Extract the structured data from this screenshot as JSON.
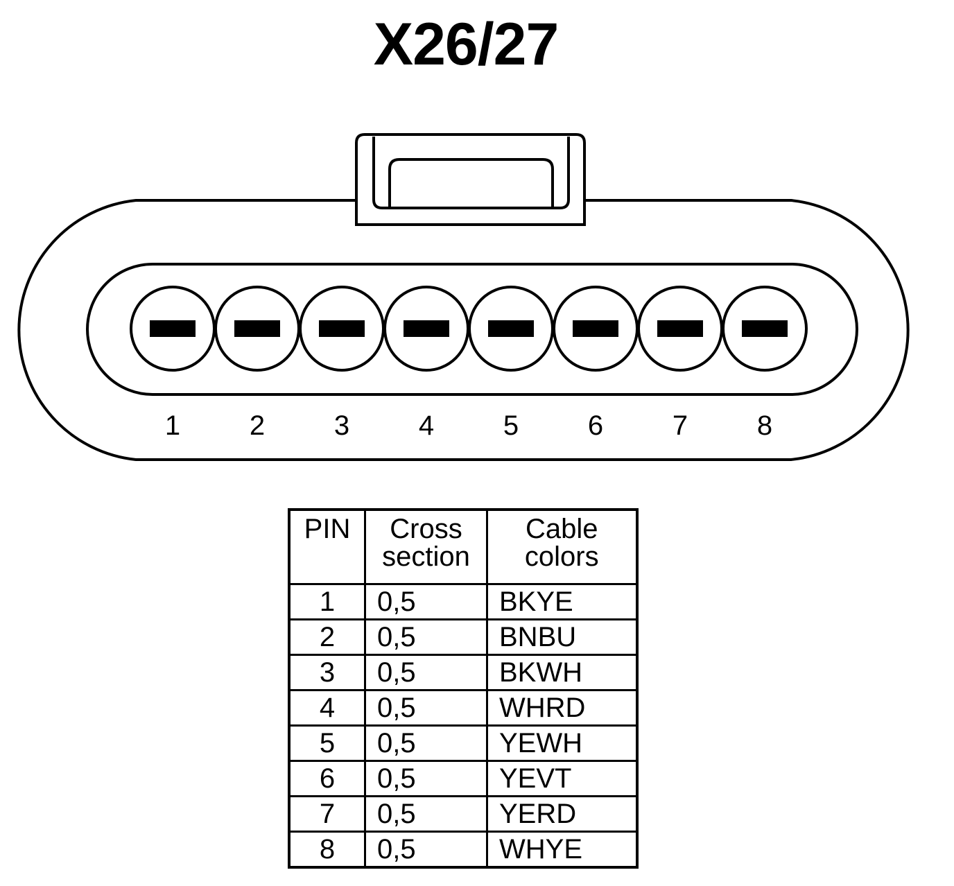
{
  "title": "X26/27",
  "connector": {
    "pins": [
      "1",
      "2",
      "3",
      "4",
      "5",
      "6",
      "7",
      "8"
    ]
  },
  "table": {
    "headers": [
      "PIN",
      "Cross\nsection",
      "Cable\ncolors"
    ],
    "rows": [
      {
        "pin": "1",
        "cross": "0,5",
        "color": "BKYE"
      },
      {
        "pin": "2",
        "cross": "0,5",
        "color": "BNBU"
      },
      {
        "pin": "3",
        "cross": "0,5",
        "color": "BKWH"
      },
      {
        "pin": "4",
        "cross": "0,5",
        "color": "WHRD"
      },
      {
        "pin": "5",
        "cross": "0,5",
        "color": "YEWH"
      },
      {
        "pin": "6",
        "cross": "0,5",
        "color": "YEVT"
      },
      {
        "pin": "7",
        "cross": "0,5",
        "color": "YERD"
      },
      {
        "pin": "8",
        "cross": "0,5",
        "color": "WHYE"
      }
    ]
  }
}
